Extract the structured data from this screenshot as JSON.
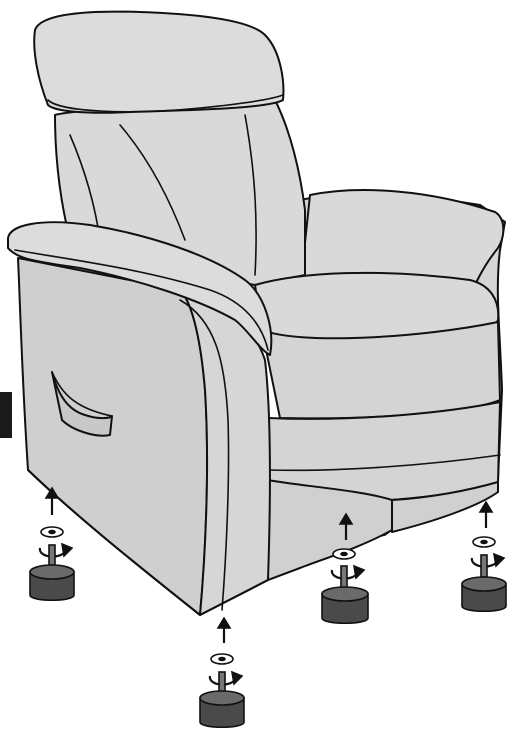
{
  "figure": {
    "subject": "recliner-chair",
    "fill_color": "#d9d9d9",
    "shade_color": "#c8c8c8",
    "outline_color": "#111111",
    "foot_color": "#4a4a4a",
    "foot_top_color": "#6a6a6a",
    "feet": [
      {
        "id": "front-left-foot",
        "action": "screw-in"
      },
      {
        "id": "front-right-foot",
        "action": "screw-in"
      },
      {
        "id": "rear-left-foot",
        "action": "screw-in"
      },
      {
        "id": "rear-right-foot",
        "action": "screw-in"
      }
    ],
    "icons": [
      "up-arrow-icon",
      "washer-icon",
      "rotate-arrow-icon",
      "threaded-foot-icon"
    ]
  }
}
